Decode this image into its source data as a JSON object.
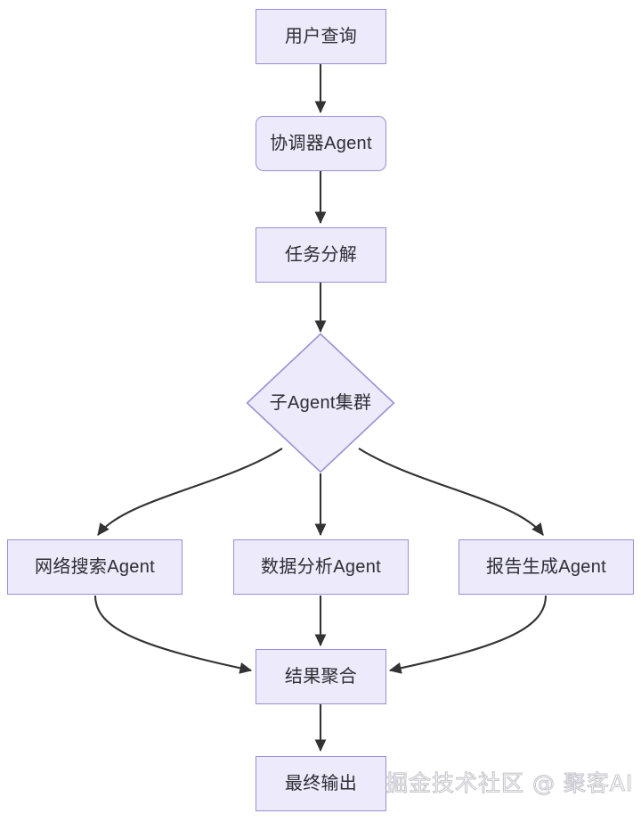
{
  "diagram": {
    "type": "flowchart",
    "title": "",
    "orientation": "top-to-bottom",
    "colors": {
      "node_fill": "#ECEAFB",
      "node_border": "#9990D4",
      "node_text": "#2E2E33",
      "edge_stroke": "#333333",
      "background": "#FFFFFF",
      "watermark_text": "#C7C7CF"
    },
    "nodes": [
      {
        "id": "user_query",
        "label": "用户查询",
        "shape": "rect"
      },
      {
        "id": "coordinator",
        "label": "协调器Agent",
        "shape": "rounded-rect"
      },
      {
        "id": "task_decompose",
        "label": "任务分解",
        "shape": "rect"
      },
      {
        "id": "agent_cluster",
        "label": "子Agent集群",
        "shape": "diamond"
      },
      {
        "id": "web_search",
        "label": "网络搜索Agent",
        "shape": "rect"
      },
      {
        "id": "data_analysis",
        "label": "数据分析Agent",
        "shape": "rect"
      },
      {
        "id": "report_gen",
        "label": "报告生成Agent",
        "shape": "rect"
      },
      {
        "id": "aggregate",
        "label": "结果聚合",
        "shape": "rect"
      },
      {
        "id": "final_output",
        "label": "最终输出",
        "shape": "rect"
      }
    ],
    "edges": [
      {
        "from": "user_query",
        "to": "coordinator",
        "style": "straight",
        "arrow": true
      },
      {
        "from": "coordinator",
        "to": "task_decompose",
        "style": "straight",
        "arrow": true
      },
      {
        "from": "task_decompose",
        "to": "agent_cluster",
        "style": "straight",
        "arrow": true
      },
      {
        "from": "agent_cluster",
        "to": "web_search",
        "style": "curved",
        "arrow": true
      },
      {
        "from": "agent_cluster",
        "to": "data_analysis",
        "style": "straight",
        "arrow": true
      },
      {
        "from": "agent_cluster",
        "to": "report_gen",
        "style": "curved",
        "arrow": true
      },
      {
        "from": "web_search",
        "to": "aggregate",
        "style": "curved",
        "arrow": true
      },
      {
        "from": "data_analysis",
        "to": "aggregate",
        "style": "straight",
        "arrow": true
      },
      {
        "from": "report_gen",
        "to": "aggregate",
        "style": "curved",
        "arrow": true
      },
      {
        "from": "aggregate",
        "to": "final_output",
        "style": "straight",
        "arrow": true
      }
    ]
  },
  "watermark": {
    "text": "掘金技术社区 @ 聚客AI"
  }
}
